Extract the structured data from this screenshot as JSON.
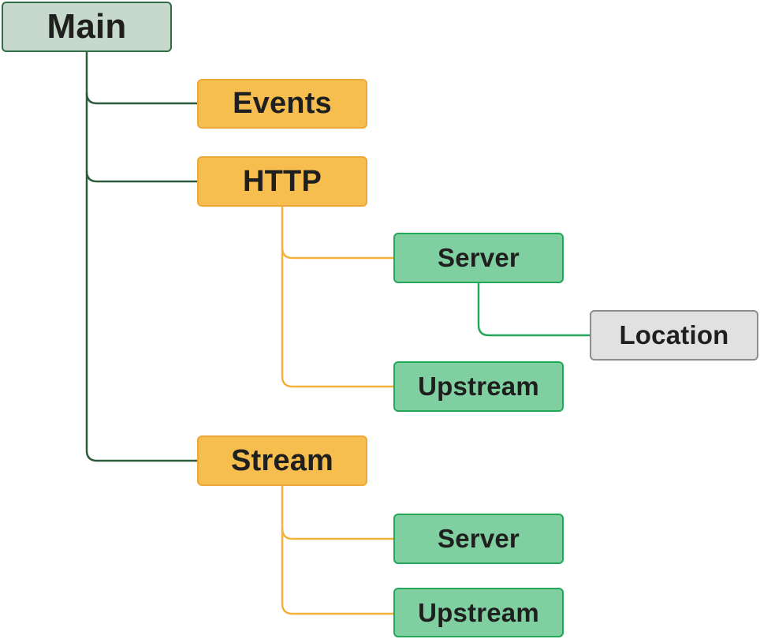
{
  "colors": {
    "main_fill": "#c6d9cc",
    "main_border": "#2f6e46",
    "orange_fill": "#f6bd4f",
    "orange_border": "#eda83a",
    "green_fill": "#80cfa0",
    "green_border": "#23a85a",
    "gray_fill": "#e1e1e1",
    "gray_border": "#8d8d8d",
    "dark_connector": "#2c5c3c",
    "orange_connector": "#f3b23a",
    "green_connector": "#23a85a"
  },
  "nodes": {
    "main": "Main",
    "events": "Events",
    "http": "HTTP",
    "http_server": "Server",
    "location": "Location",
    "http_upstream": "Upstream",
    "stream": "Stream",
    "stream_server": "Server",
    "stream_upstream": "Upstream"
  }
}
